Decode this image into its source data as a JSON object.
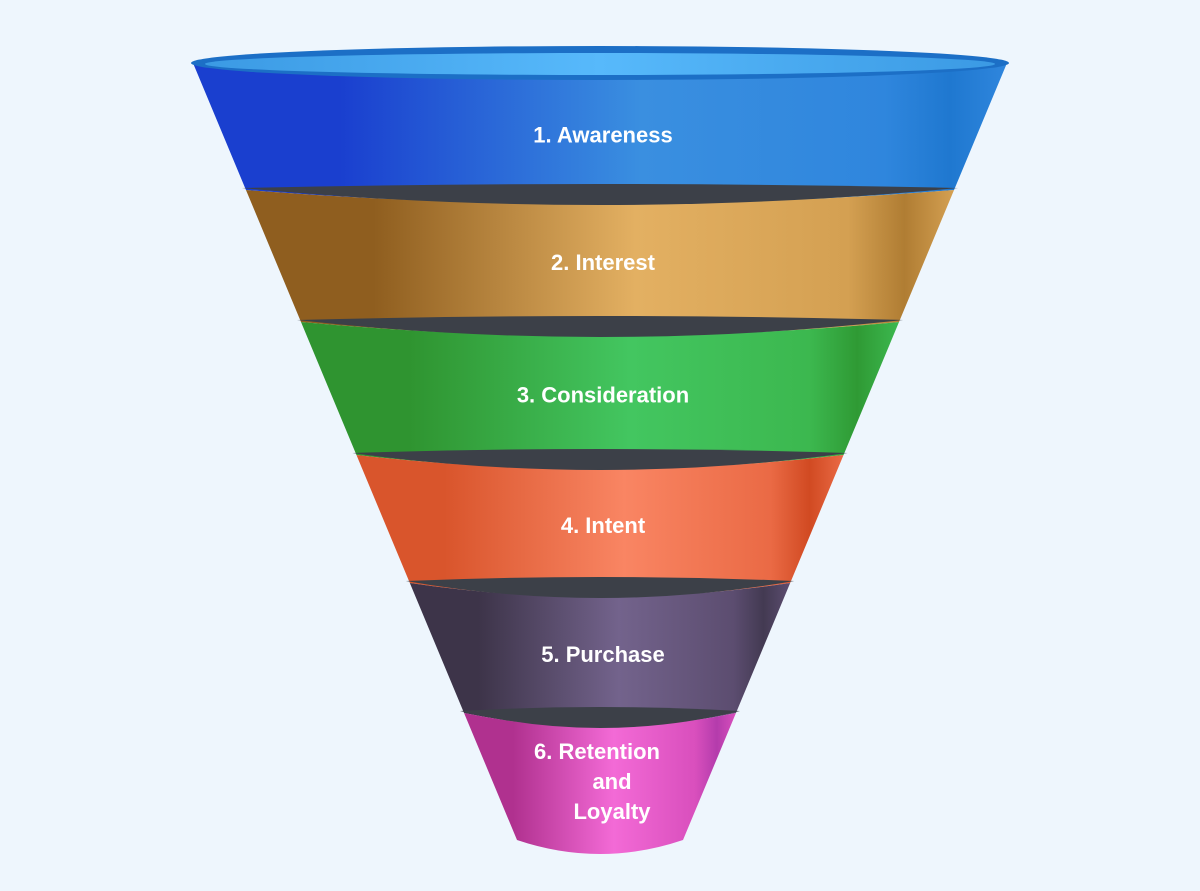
{
  "diagram": {
    "type": "marketing-funnel",
    "stages": [
      {
        "number": "1",
        "label": "1. Awareness",
        "lines": [
          "1. Awareness"
        ],
        "colors": {
          "dark": "#1a3fcf",
          "mid": "#3a8fe0",
          "light": "#2f86dd",
          "edge": "#1f78d0"
        }
      },
      {
        "number": "2",
        "label": "2. Interest",
        "lines": [
          "2. Interest"
        ],
        "colors": {
          "dark": "#8f5e1f",
          "mid": "#e3b062",
          "light": "#d4a052",
          "edge": "#b07d33"
        }
      },
      {
        "number": "3",
        "label": "3. Consideration",
        "lines": [
          "3. Consideration"
        ],
        "colors": {
          "dark": "#2f9430",
          "mid": "#43c660",
          "light": "#3cb84f",
          "edge": "#2f9a34"
        }
      },
      {
        "number": "4",
        "label": "4. Intent",
        "lines": [
          "4. Intent"
        ],
        "colors": {
          "dark": "#d9552c",
          "mid": "#f98563",
          "light": "#ea6a45",
          "edge": "#d14a22"
        }
      },
      {
        "number": "5",
        "label": "5. Purchase",
        "lines": [
          "5. Purchase"
        ],
        "colors": {
          "dark": "#3d3449",
          "mid": "#73638c",
          "light": "#5c4d70",
          "edge": "#433a52"
        }
      },
      {
        "number": "6",
        "label": "6. Retention and Loyalty",
        "lines": [
          "6. Retention",
          "and",
          "Loyalty"
        ],
        "colors": {
          "dark": "#b0318f",
          "mid": "#f36ad6",
          "light": "#d94fbd",
          "edge": "#b43cac"
        }
      }
    ],
    "rim": {
      "outer": "#1c6fc6",
      "inner_light": "#57b9fb",
      "inner_dark": "#3b9ae4"
    },
    "separator_color": "#3c4048",
    "background": "#eef6fd"
  }
}
